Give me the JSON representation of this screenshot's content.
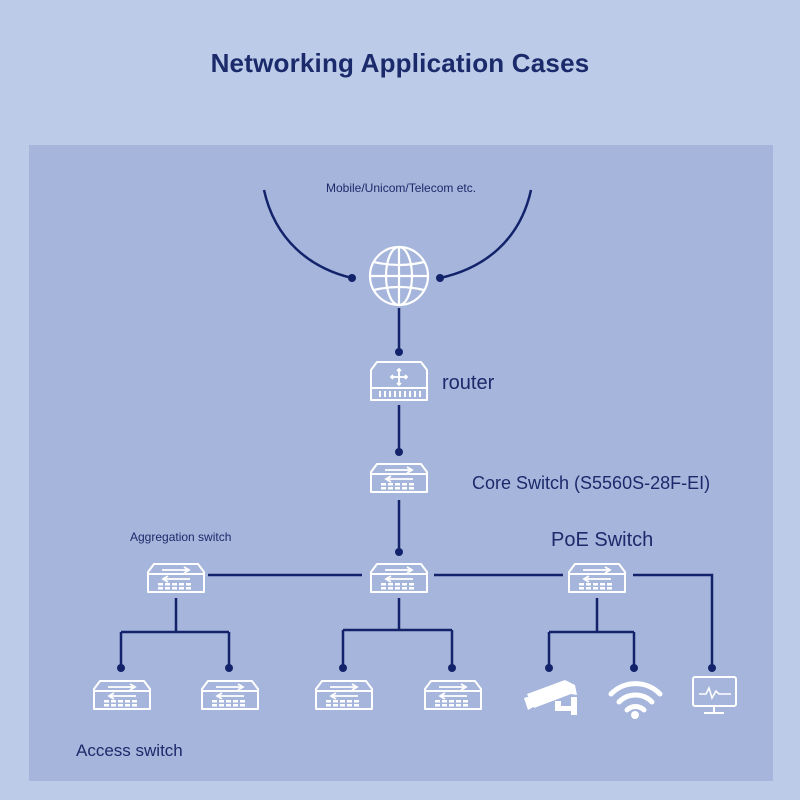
{
  "title": "Networking Application Cases",
  "labels": {
    "carrier": "Mobile/Unicom/Telecom etc.",
    "router": "router",
    "core_switch": "Core Switch (S5560S-28F-EI)",
    "aggregation_switch": "Aggregation switch",
    "poe_switch": "PoE Switch",
    "access_switch": "Access switch"
  },
  "icons": [
    "globe-icon",
    "router-icon",
    "switch-icon",
    "camera-icon",
    "wifi-icon",
    "monitor-icon"
  ],
  "colors": {
    "background": "#bccbe8",
    "panel": "#a6b5db",
    "line": "#13236b",
    "icon": "#ffffff",
    "text": "#1b2a6b"
  }
}
